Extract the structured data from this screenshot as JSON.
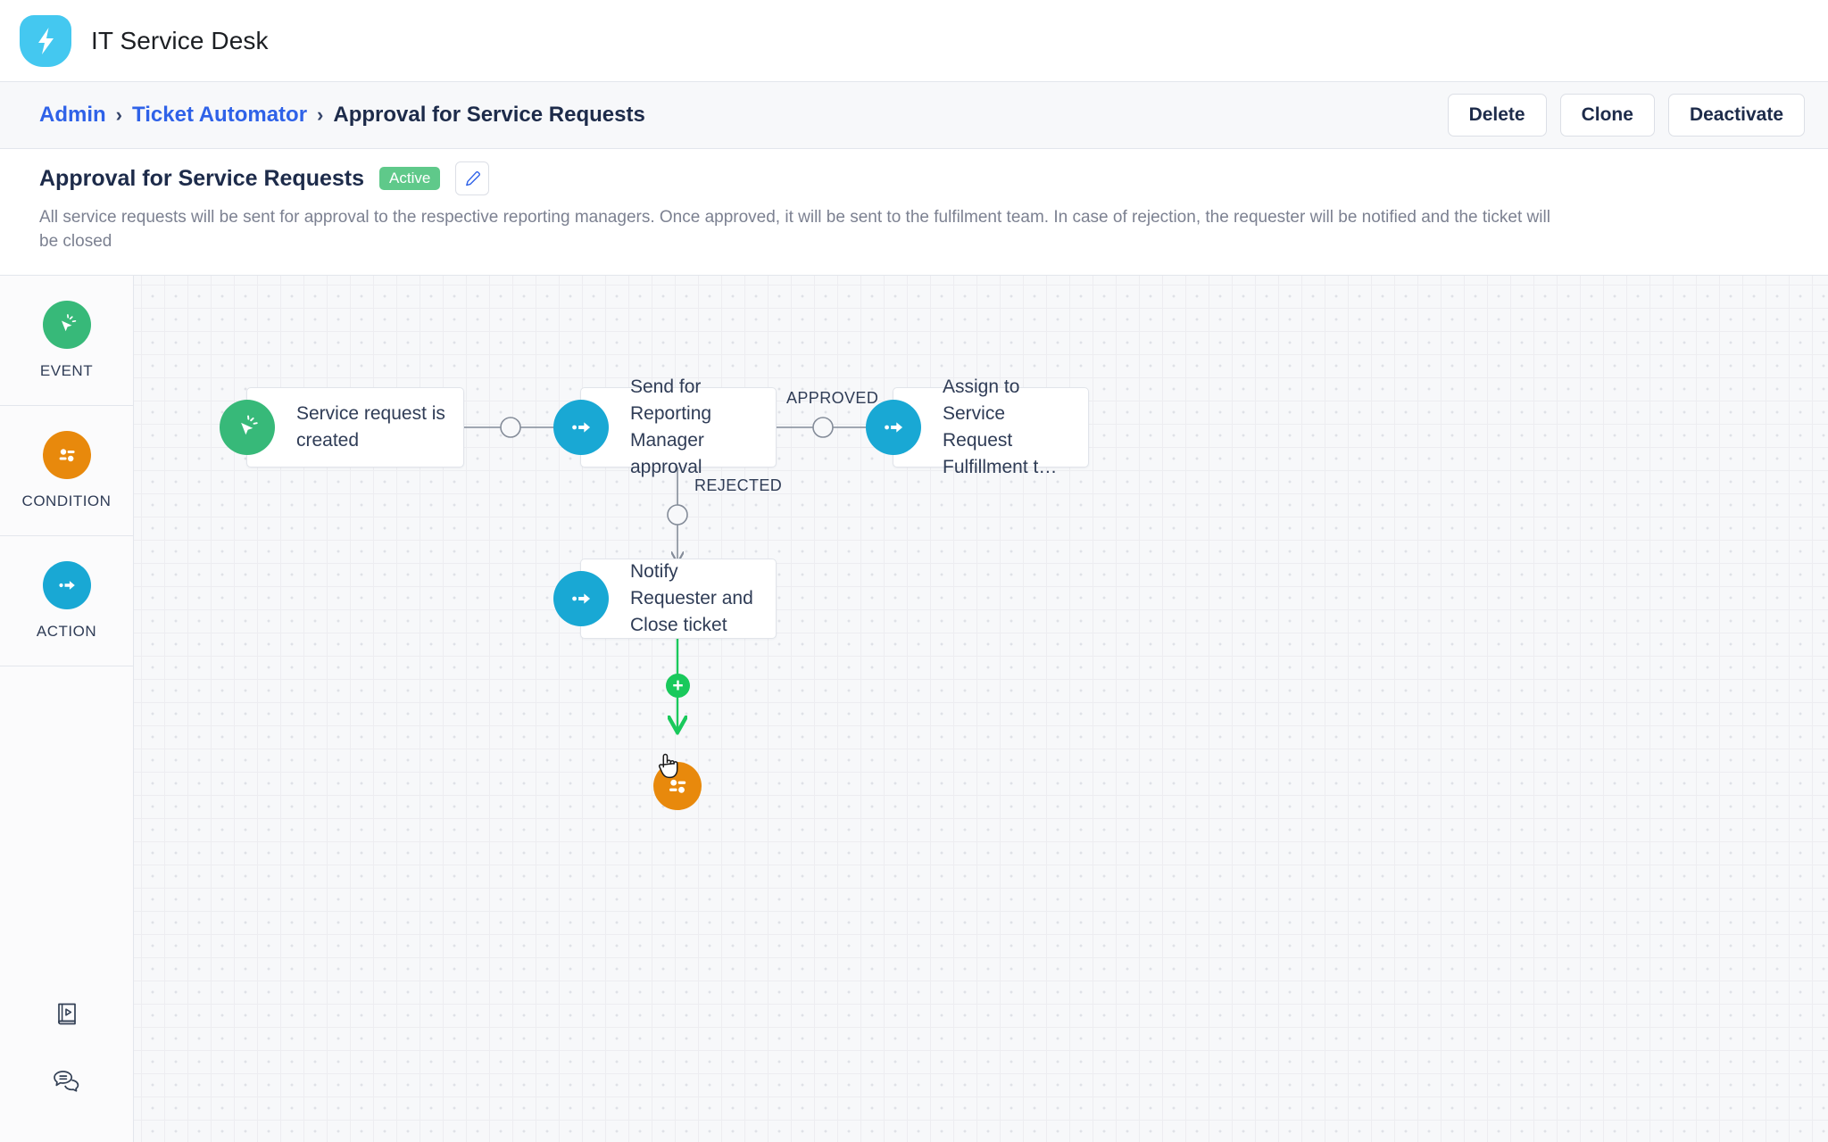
{
  "app": {
    "title": "IT Service Desk",
    "logo_icon": "lightning-bolt-shield-logo",
    "logo_color": "#44c8f0"
  },
  "breadcrumb": {
    "items": [
      {
        "label": "Admin",
        "type": "link"
      },
      {
        "label": "Ticket Automator",
        "type": "link"
      },
      {
        "label": "Approval for Service Requests",
        "type": "current"
      }
    ],
    "separator": "›",
    "link_color": "#2f62e8",
    "current_color": "#1d2b4a"
  },
  "actions": {
    "delete_label": "Delete",
    "clone_label": "Clone",
    "deactivate_label": "Deactivate"
  },
  "flow": {
    "title": "Approval for Service Requests",
    "status_badge": "Active",
    "status_color": "#5fc98a",
    "edit_icon": "pencil-icon",
    "description": "All service requests will be sent for approval to the respective reporting managers. Once approved, it will be sent to the fulfilment team. In case of rejection, the requester will be notified and the ticket will be closed"
  },
  "palette": {
    "items": [
      {
        "label": "EVENT",
        "icon": "cursor-click-icon",
        "color": "#37b979"
      },
      {
        "label": "CONDITION",
        "icon": "filter-sliders-icon",
        "color": "#e8890c"
      },
      {
        "label": "ACTION",
        "icon": "dot-arrow-icon",
        "color": "#19a8d4"
      }
    ],
    "bottom_icons": [
      {
        "name": "guide-book-play-icon"
      },
      {
        "name": "chat-bubbles-icon"
      }
    ]
  },
  "canvas": {
    "nodes": [
      {
        "id": "n1",
        "label": "Service request is created",
        "type": "event",
        "icon": "cursor-click-icon",
        "color": "#37b979"
      },
      {
        "id": "n2",
        "label": "Send for Reporting Manager approval",
        "type": "action",
        "icon": "dot-arrow-icon",
        "color": "#19a8d4"
      },
      {
        "id": "n3",
        "label": "Assign to Service Request Fulfillment t…",
        "type": "action",
        "icon": "dot-arrow-icon",
        "color": "#19a8d4"
      },
      {
        "id": "n4",
        "label": "Notify Requester and Close ticket",
        "type": "action",
        "icon": "dot-arrow-icon",
        "color": "#19a8d4"
      }
    ],
    "edge_labels": [
      {
        "id": "e-approved",
        "label": "APPROVED"
      },
      {
        "id": "e-rejected",
        "label": "REJECTED"
      }
    ],
    "add_node_button": "+",
    "drop_target": {
      "icon": "filter-sliders-icon",
      "color": "#e8890c",
      "cursor": "pointing-hand-cursor"
    },
    "active_connector_color": "#19c95c",
    "connector_color": "#848c99",
    "grid_background": "#f7f8fa"
  }
}
